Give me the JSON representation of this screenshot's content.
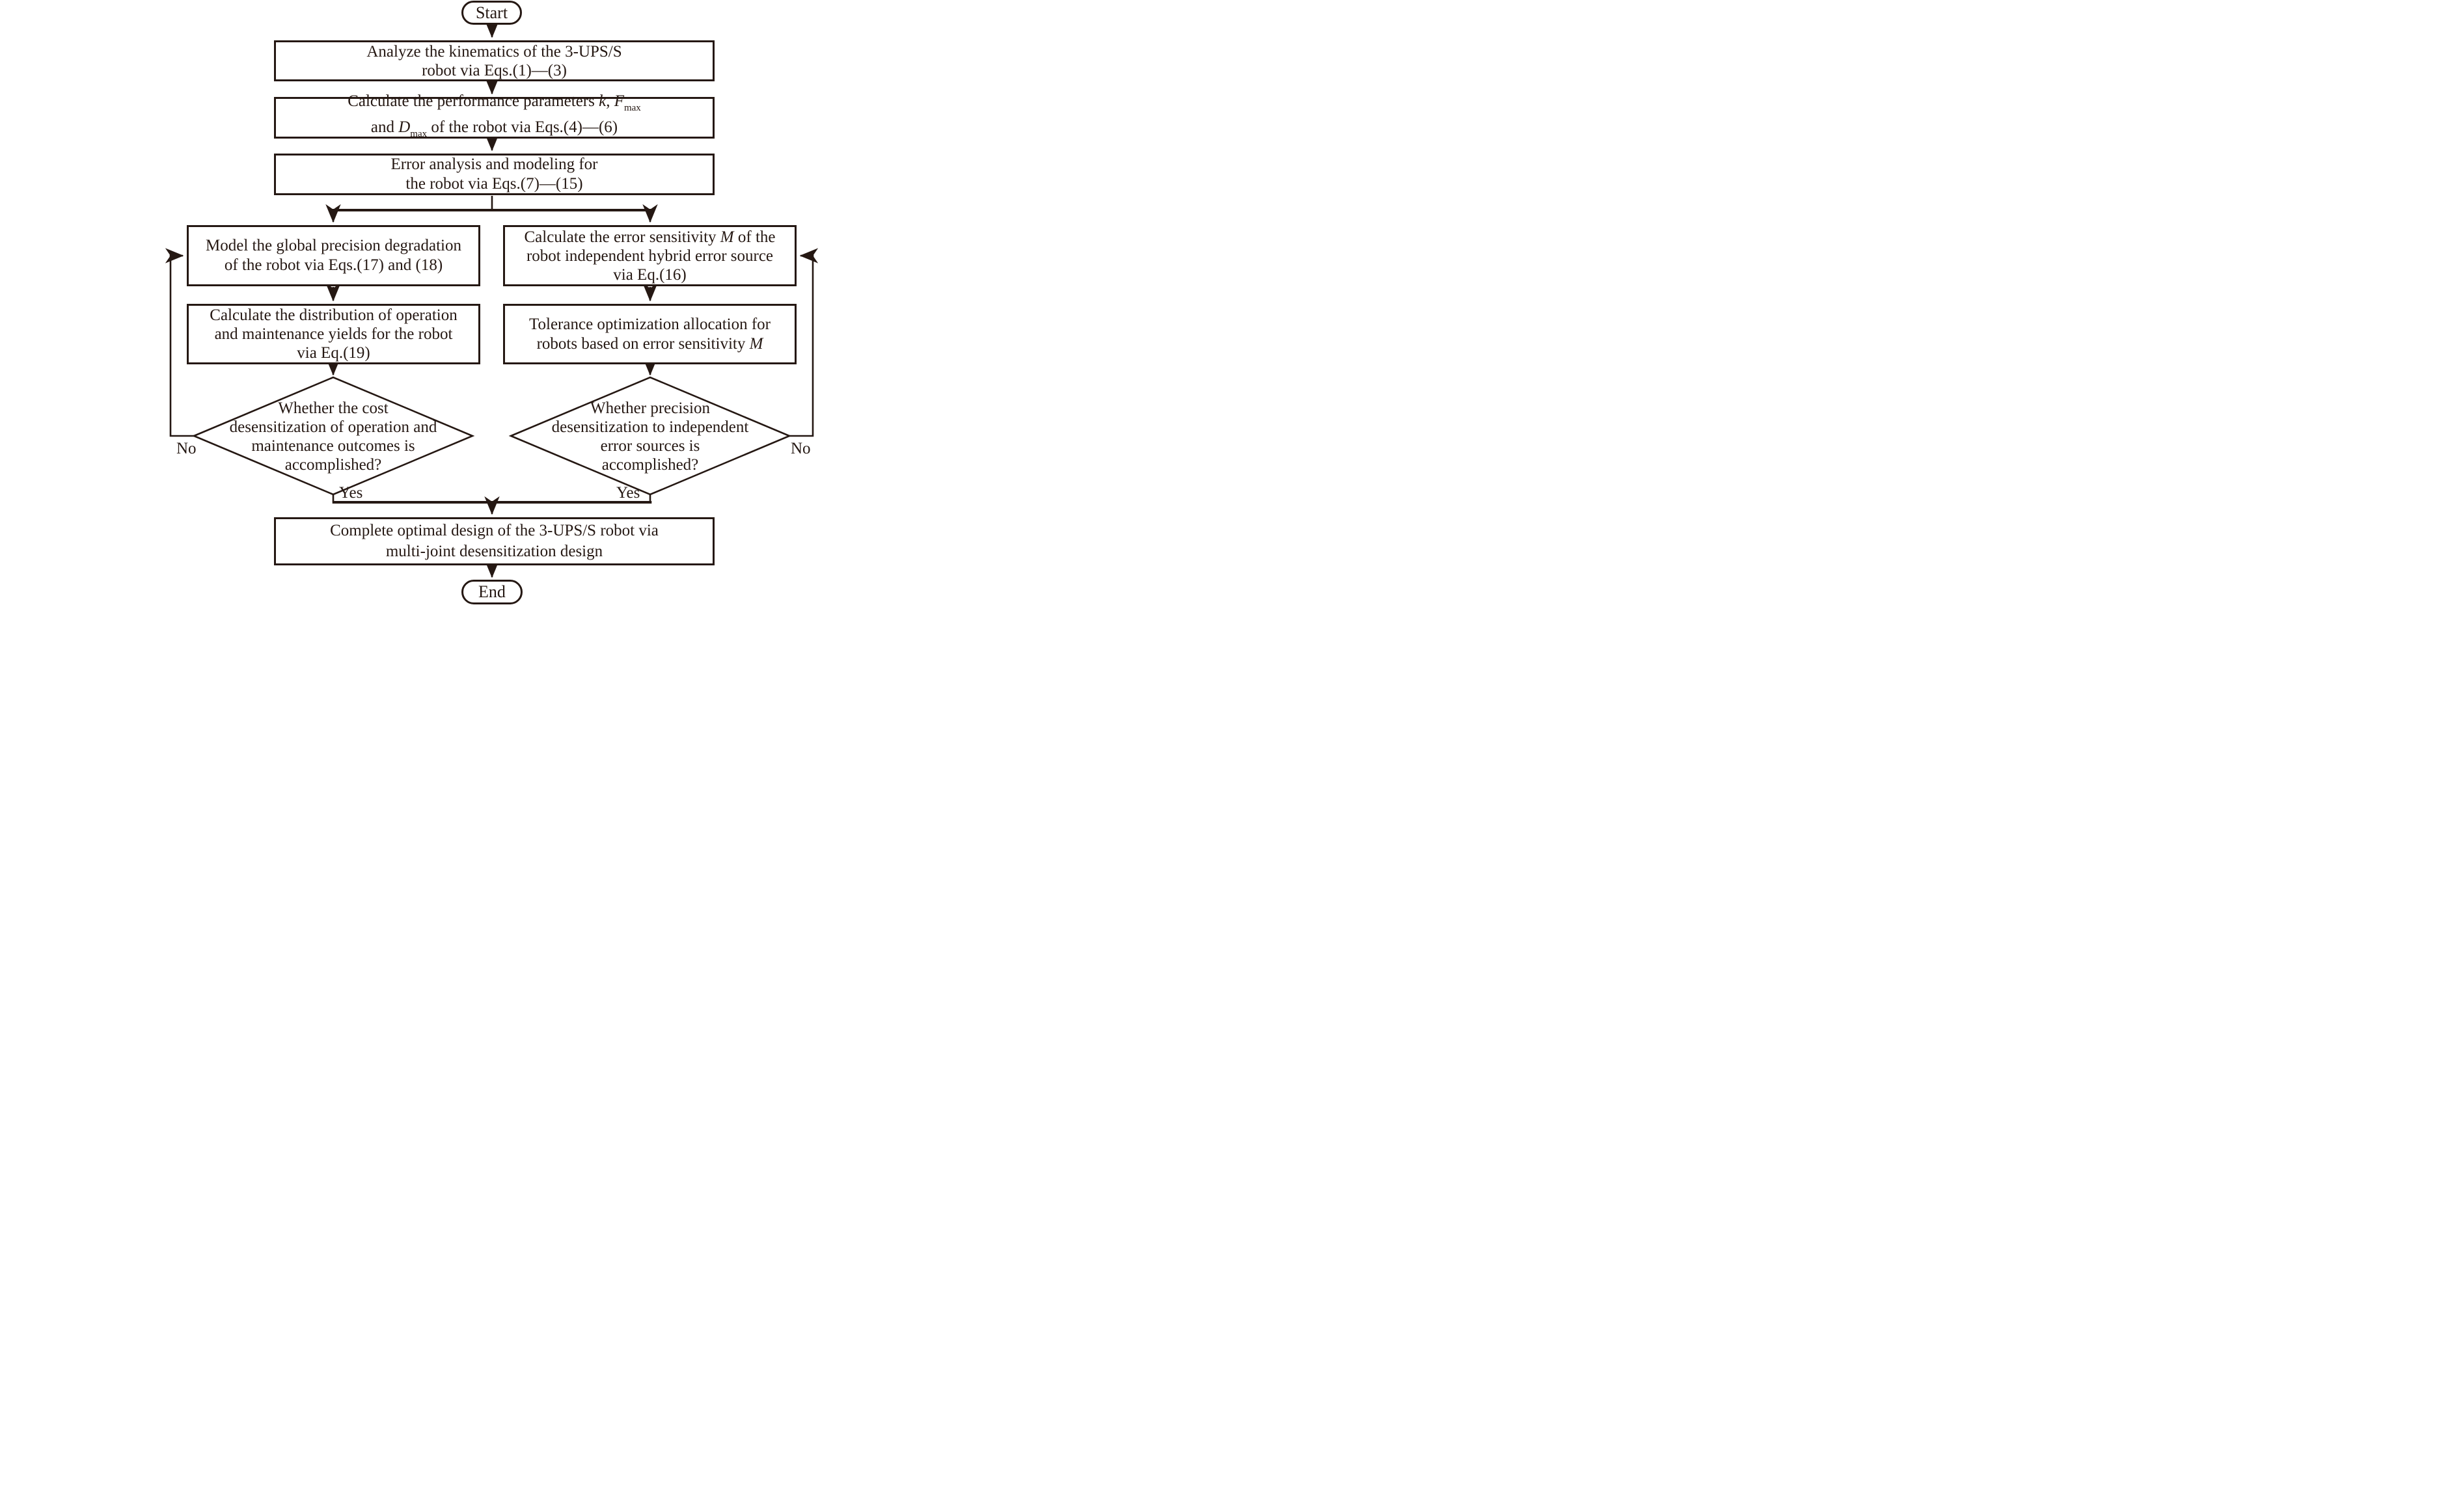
{
  "ink_color": "#251813",
  "flowchart": {
    "start_label": "Start",
    "end_label": "End",
    "boxes": {
      "analyze": {
        "l1": "Analyze the kinematics of the 3-UPS/S",
        "l2": "robot via Eqs.(1)—(3)"
      },
      "params": {
        "t1": "Calculate the performance parameters ",
        "k": "k",
        "t2": ", ",
        "F": "F",
        "max1": "max",
        "t3": "and ",
        "D": "D",
        "max2": "max",
        "t4": " of the robot via Eqs.(4)—(6)"
      },
      "error_analysis": {
        "l1": "Error analysis and modeling for",
        "l2": "the robot via Eqs.(7)—(15)"
      },
      "global_precision": {
        "l1": "Model the global precision degradation",
        "l2": "of the robot via Eqs.(17) and (18)"
      },
      "error_sensitivity": {
        "t1": "Calculate the error sensitivity ",
        "M": "M",
        "t2": " of the",
        "l2": "robot independent hybrid error source",
        "l3": "via Eq.(16)"
      },
      "distribution": {
        "l1": "Calculate the distribution of operation",
        "l2": "and maintenance yields for the robot",
        "l3": "via Eq.(19)"
      },
      "tolerance": {
        "l1": "Tolerance optimization allocation for",
        "t2": "robots based on error sensitivity ",
        "M": "M"
      },
      "complete": {
        "l1": "Complete optimal design of the 3-UPS/S robot via",
        "l2": "multi-joint desensitization design"
      }
    },
    "decisions": {
      "cost": {
        "l1": "Whether the cost",
        "l2": "desensitization of operation and",
        "l3": "maintenance outcomes is",
        "l4": "accomplished?"
      },
      "precision": {
        "l1": "Whether precision",
        "l2": "desensitization to independent",
        "l3": "error sources is",
        "l4": "accomplished?"
      }
    },
    "edge_labels": {
      "yes_left": "Yes",
      "yes_right": "Yes",
      "no_left": "No",
      "no_right": "No"
    }
  }
}
